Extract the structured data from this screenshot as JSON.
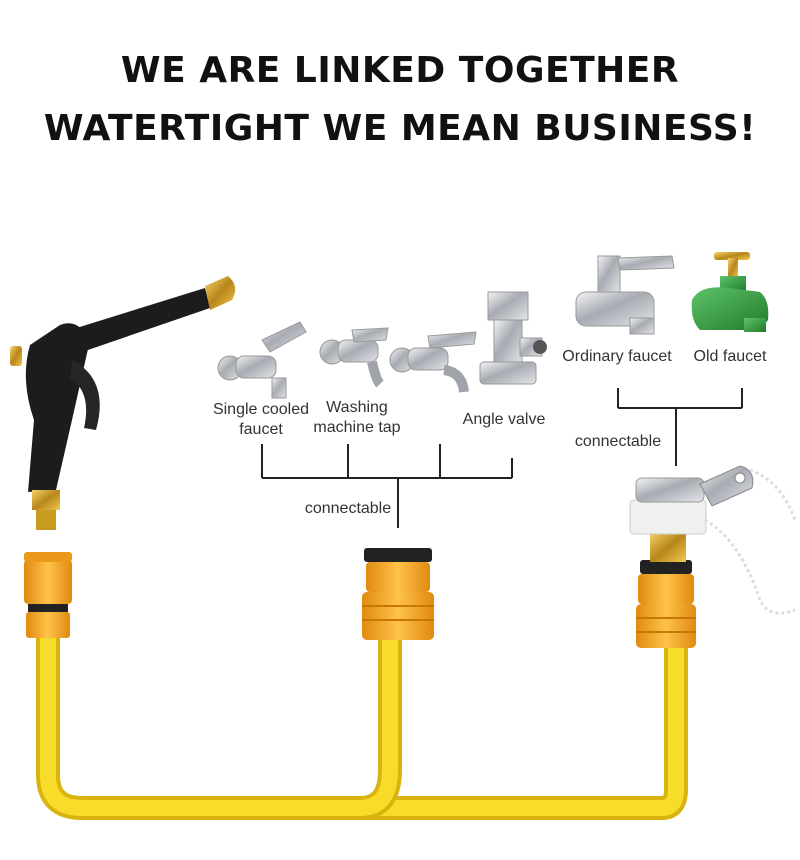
{
  "headline": {
    "line1": "WE ARE LINKED TOGETHER",
    "line2": "WATERTIGHT WE MEAN BUSINESS!"
  },
  "faucet_labels": {
    "single_cooled_1": "Single cooled",
    "single_cooled_2": "faucet",
    "washing_1": "Washing",
    "washing_2": "machine tap",
    "angle_valve": "Angle valve",
    "ordinary": "Ordinary faucet",
    "old": "Old faucet"
  },
  "connector_labels": {
    "left": "connectable",
    "right": "connectable"
  },
  "colors": {
    "hose": "#f2d11a",
    "connector": "#f5a623",
    "brass": "#d4a82a",
    "gun": "#1c1c1c",
    "chrome": "#b8bcc2",
    "green_tap": "#2e9a3e",
    "line": "#222222"
  }
}
